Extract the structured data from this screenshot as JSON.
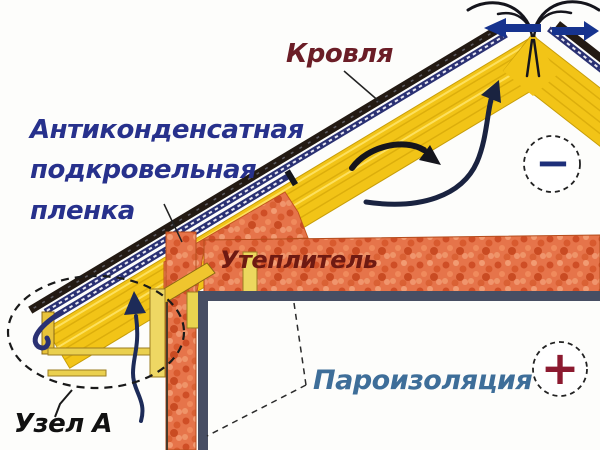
{
  "diagram": {
    "labels": {
      "roofing": "Кровля",
      "film": {
        "line1": "Антиконденсатная",
        "line2": "подкровельная",
        "line3": "пленка"
      },
      "insulation": "Утеплитель",
      "vapor_barrier": "Пароизоляция",
      "node_a": "Узел А"
    },
    "symbols": {
      "cold_side": "−",
      "warm_side": "+"
    },
    "palette": {
      "roof_yellow": "#f2c417",
      "film_navy": "#2a3173",
      "roofing_dark": "#231a13",
      "insulation_orange": "#e6744a",
      "airflow_blue": "#16338e",
      "room_border_slate": "#474e63",
      "roofing_label_color": "#6b1d26",
      "film_label_color": "#27318c",
      "insulation_label_color": "#6e1a12",
      "vapor_label_color": "#3e6e99",
      "minus_color": "#1e2f7a",
      "plus_color": "#8c1a30"
    }
  }
}
